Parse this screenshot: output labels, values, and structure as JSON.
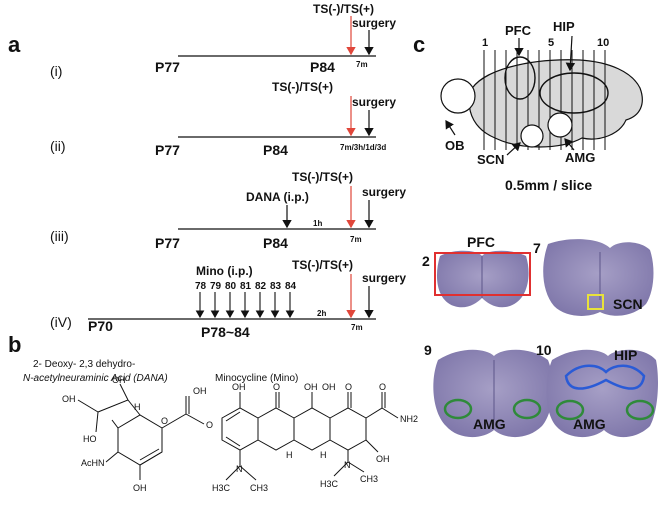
{
  "panel_a": {
    "label": "a",
    "timeline_i": {
      "roman": "(i)",
      "ts": "TS(-)/TS(+)",
      "surgery": "surgery",
      "start": "P77",
      "end": "P84",
      "interval": "7m"
    },
    "timeline_ii": {
      "roman": "(ii)",
      "ts": "TS(-)/TS(+)",
      "surgery": "surgery",
      "start": "P77",
      "end": "P84",
      "interval": "7m/3h/1d/3d"
    },
    "timeline_iii": {
      "roman": "(iii)",
      "ts": "TS(-)/TS(+)",
      "surgery": "surgery",
      "drug": "DANA (i.p.)",
      "start": "P77",
      "end": "P84",
      "gap": "1h",
      "interval": "7m"
    },
    "timeline_iv": {
      "roman": "(iV)",
      "ts": "TS(-)/TS(+)",
      "surgery": "surgery",
      "drug": "Mino (i.p.)",
      "days": [
        "78",
        "79",
        "80",
        "81",
        "82",
        "83",
        "84"
      ],
      "start": "P70",
      "end": "P78~84",
      "gap": "2h",
      "interval": "7m"
    },
    "colors": {
      "stress_arrow": "#e0463a",
      "line": "#111111"
    }
  },
  "panel_b": {
    "label": "b",
    "dana_title_line1": "2- Deoxy- 2,3 dehydro-",
    "dana_title_line2": "N-acetylneuraminic Acid (DANA)",
    "mino_title": "Minocycline (Mino)",
    "dana_atoms": [
      "OH",
      "OH",
      "H",
      "O",
      "OH",
      "HO",
      "O",
      "AcHN",
      "OH"
    ],
    "mino_atoms": [
      "OH",
      "O",
      "OH",
      "OH",
      "O",
      "O",
      "NH2",
      "OH",
      "N",
      "H3C",
      "CH3",
      "H",
      "H",
      "N",
      "H3C",
      "CH3"
    ]
  },
  "panel_c": {
    "label": "c",
    "brain_labels": {
      "pfc": "PFC",
      "hip": "HIP",
      "ob": "OB",
      "scn": "SCN",
      "amg": "AMG"
    },
    "slice_numbers": [
      "1",
      "5",
      "10"
    ],
    "caption": "0.5mm / slice",
    "slices": [
      {
        "number": "2",
        "region": "PFC"
      },
      {
        "number": "7",
        "region": "SCN"
      },
      {
        "number": "9",
        "region": "AMG"
      },
      {
        "number": "10",
        "region_top": "HIP",
        "region_bottom": "AMG"
      }
    ],
    "colors": {
      "brain_fill": "#d9d9d9",
      "slice_tissue": "#8e86b5",
      "pfc_box": "#e03030",
      "scn_box": "#e8e23a",
      "hip_outline": "#2a5bd6",
      "amg_outline": "#2f8a3a"
    }
  }
}
